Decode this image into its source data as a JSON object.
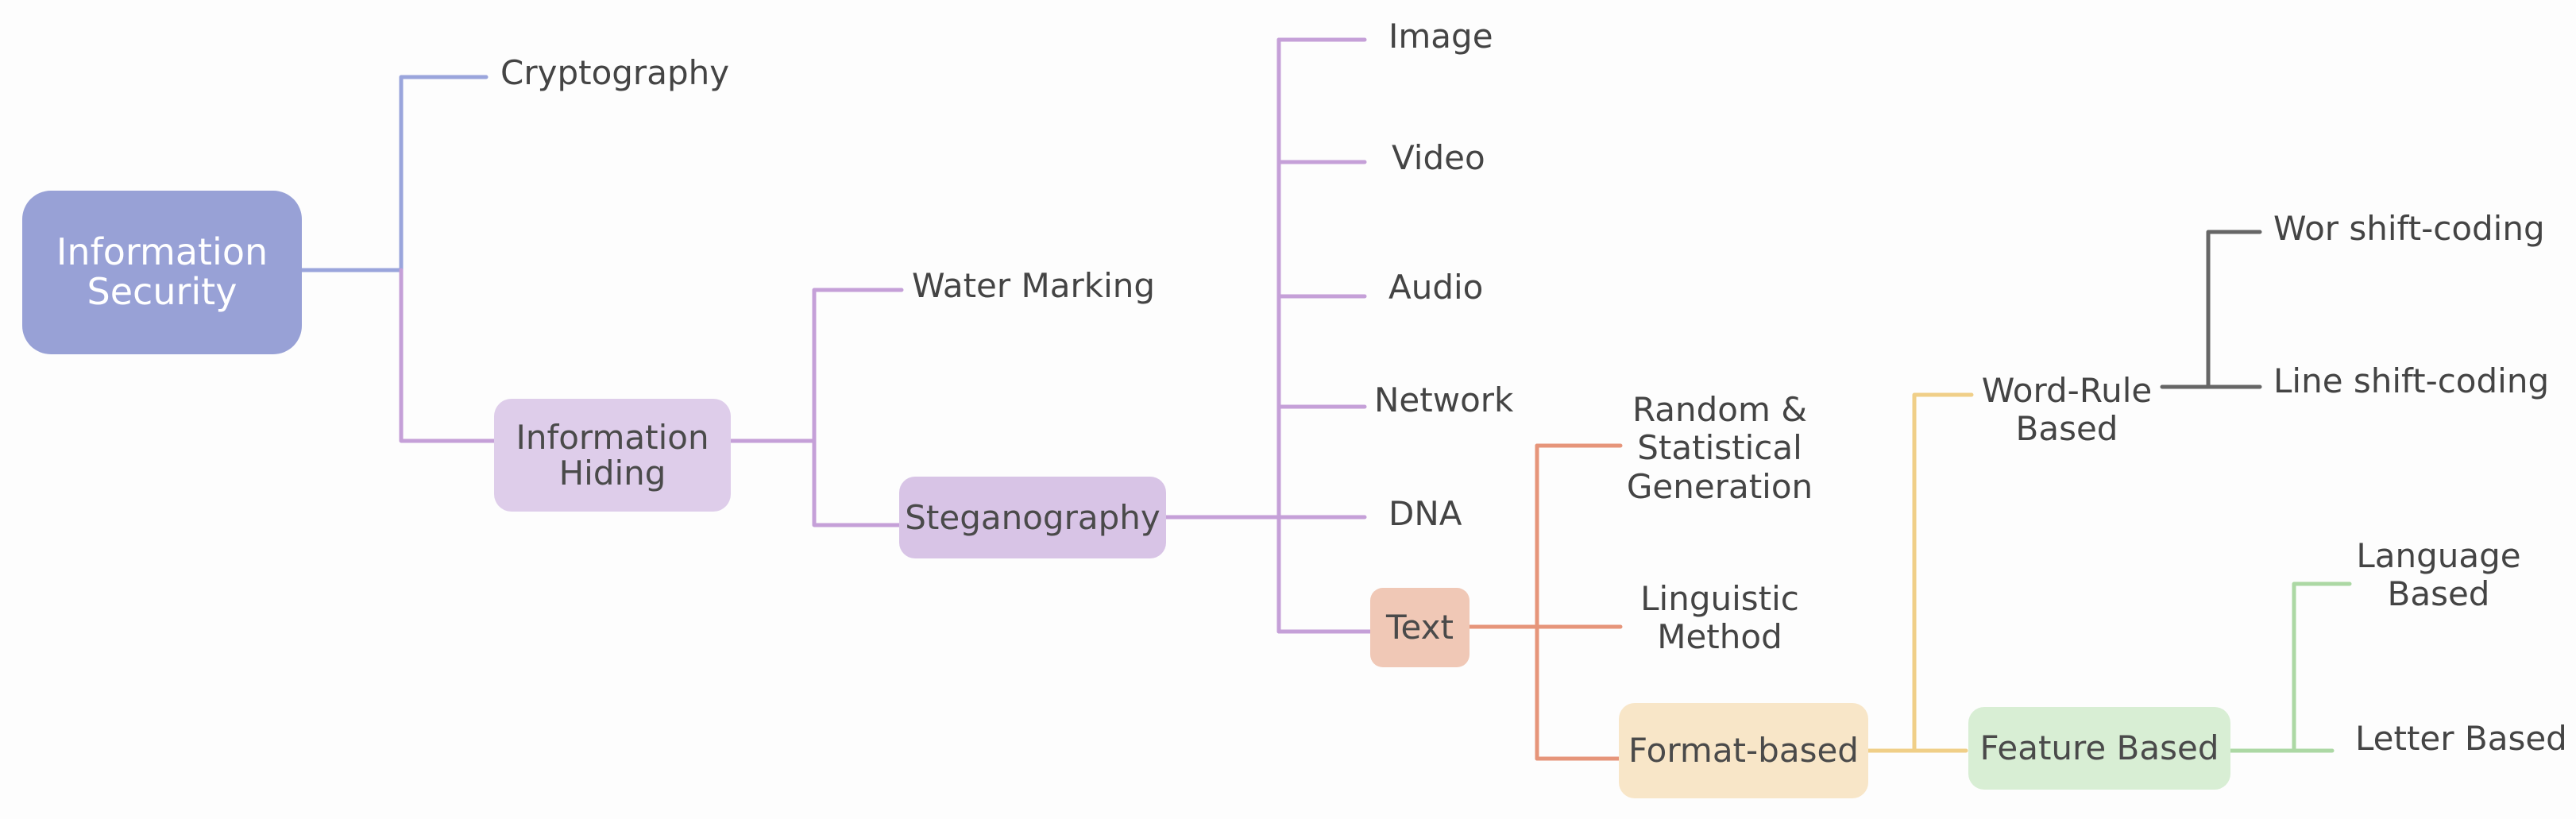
{
  "colors": {
    "blue": "#9aa5dc",
    "purple": "#c5a0d8",
    "orange": "#e6957a",
    "yellow": "#f0cf88",
    "green": "#acd8a4",
    "gray": "#666666"
  },
  "nodes": {
    "information_security": "Information\nSecurity",
    "cryptography": "Cryptography",
    "information_hiding": "Information\nHiding",
    "water_marking": "Water Marking",
    "steganography": "Steganography",
    "image": "Image",
    "video": "Video",
    "audio": "Audio",
    "network": "Network",
    "dna": "DNA",
    "text": "Text",
    "random_statistical": "Random &\nStatistical\nGeneration",
    "linguistic": "Linguistic\nMethod",
    "format_based": "Format-based",
    "word_rule": "Word-Rule\nBased",
    "wor_shift": "Wor shift-coding",
    "line_shift": "Line shift-coding",
    "feature_based": "Feature Based",
    "language_based": "Language\nBased",
    "letter_based": "Letter Based"
  }
}
